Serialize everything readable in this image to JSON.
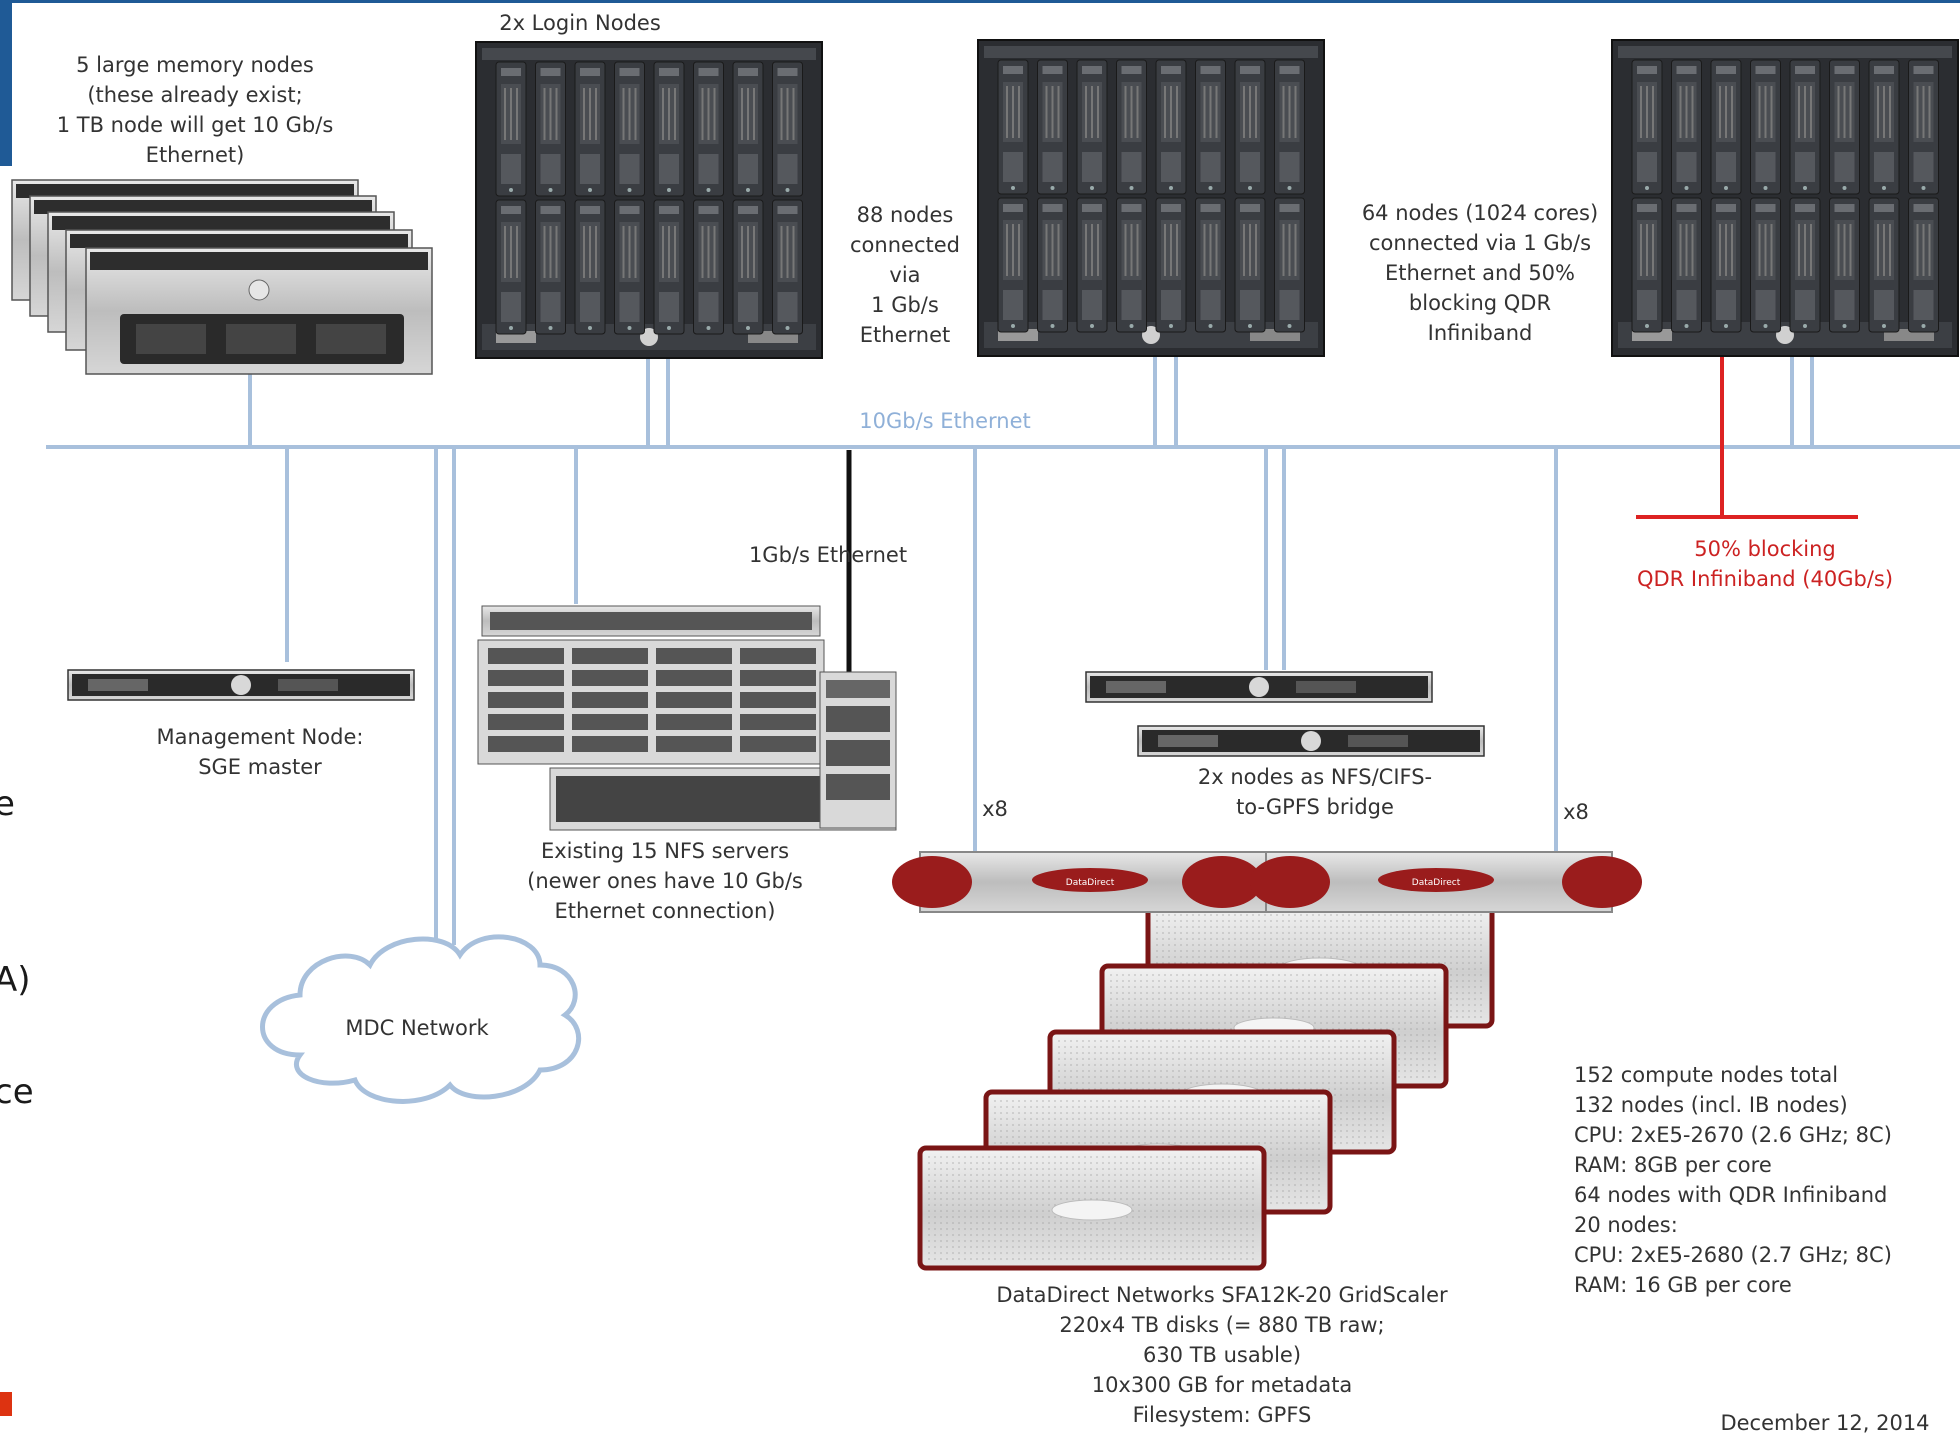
{
  "labels": {
    "large_mem": "5 large memory nodes\n(these already exist;\n1 TB node  will get 10 Gb/s\nEthernet)",
    "login": "2x Login Nodes",
    "nodes88": "88 nodes\nconnected\nvia\n1 Gb/s\nEthernet",
    "nodes64": "64 nodes (1024 cores)\nconnected via 1 Gb/s\nEthernet and 50%\nblocking QDR\nInfiniband",
    "eth10": "10Gb/s Ethernet",
    "eth1": "1Gb/s Ethernet",
    "ib": "50% blocking\nQDR Infiniband (40Gb/s)",
    "mgmt": "Management Node:\nSGE master",
    "nfs": "Existing 15 NFS servers\n(newer ones have 10 Gb/s\nEthernet connection)",
    "bridge": "2x nodes as NFS/CIFS-\nto-GPFS bridge",
    "x8_left": "x8",
    "x8_right": "x8",
    "cloud": "MDC Network",
    "storage": "DataDirect Networks SFA12K-20 GridScaler\n220x4 TB disks (= 880 TB raw;\n630 TB usable)\n10x300 GB for metadata\nFilesystem: GPFS",
    "summary": "152 compute nodes total\n   132 nodes (incl. IB nodes)\n      CPU: 2xE5-2670 (2.6 GHz; 8C)\n      RAM: 8GB per core\n      64 nodes with QDR Infiniband\n   20 nodes:\n      CPU: 2xE5-2680 (2.7 GHz; 8C)\n      RAM: 16 GB per core",
    "date": "December 12, 2014",
    "ddn_badge": "DataDirect"
  },
  "slide_edge": {
    "e": "e",
    "a": "A)",
    "ce": "ce"
  },
  "colors": {
    "ethernet": "#a8c0dc",
    "black_link": "#111111",
    "infiniband": "#dd2222",
    "header": "#1f5a96",
    "chassis": "#2b2d31",
    "ddn_red": "#9a1c1c"
  },
  "icons": {
    "blade_chassis": "blade-chassis-icon",
    "rack_server": "rack-server-icon",
    "storage_enclosure": "storage-enclosure-icon",
    "cloud": "cloud-icon"
  }
}
